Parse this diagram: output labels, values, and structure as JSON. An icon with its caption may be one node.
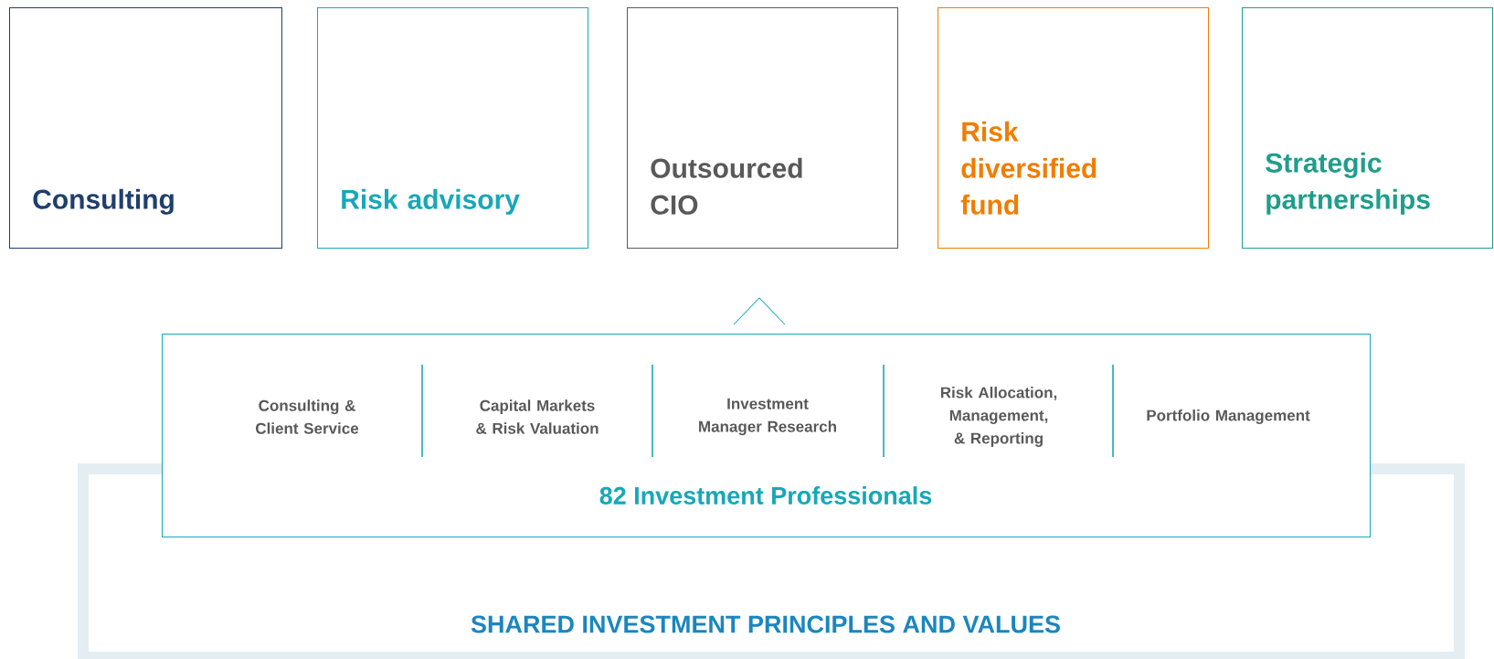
{
  "diagram": {
    "nodes": [
      {
        "text": [
          "Consulting"
        ]
      },
      {
        "text": [
          "Risk advisory"
        ]
      },
      {
        "text": [
          "Outsourced CIO"
        ]
      },
      {
        "text": [
          "Risk diversified fund"
        ]
      },
      {
        "text": [
          "Strategic partnerships"
        ]
      },
      {
        "text": [
          "82 Investment Professionals"
        ]
      },
      {
        "text": [
          "SHARED INVESTMENT PRINCIPLES AND VALUES"
        ]
      }
    ],
    "labels": [
      "Consulting & Client Service",
      "Capital Markets & Risk Valuation",
      "Investment Manager Research",
      "Risk Allocation, Management, & Reporting",
      "Portfolio Management"
    ]
  }
}
